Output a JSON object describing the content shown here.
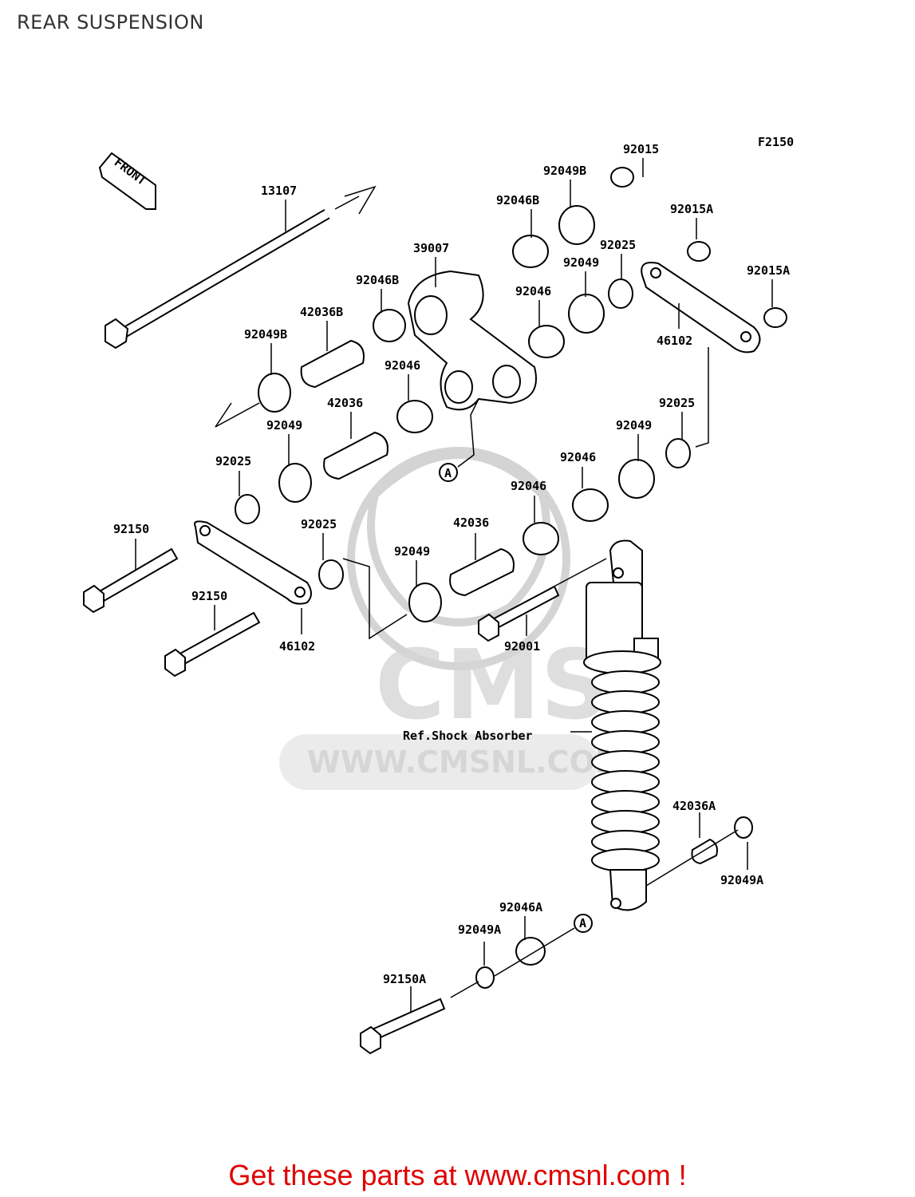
{
  "page": {
    "title": "REAR SUSPENSION"
  },
  "diagram": {
    "figure_id": "F2150",
    "front_label": "FRONT",
    "reference_letter": "A",
    "watermark": {
      "logo_text": "CMS",
      "url_text": "WWW.CMSNL.COM"
    },
    "callouts": [
      "13107",
      "92015",
      "92049B",
      "92046B",
      "92015A",
      "92025",
      "39007",
      "92049",
      "92015A",
      "92046B",
      "92046",
      "42036B",
      "46102",
      "92049B",
      "92046",
      "42036",
      "92025",
      "92049",
      "92049",
      "92025",
      "92046",
      "92150",
      "92046",
      "42036",
      "92025",
      "92049",
      "92150",
      "46102",
      "92001",
      "Ref.Shock Absorber",
      "42036A",
      "92049A",
      "92046A",
      "92049A",
      "92150A"
    ]
  },
  "footer": {
    "promo_text": "Get these parts at www.cmsnl.com !",
    "promo_color": "#e00000"
  }
}
